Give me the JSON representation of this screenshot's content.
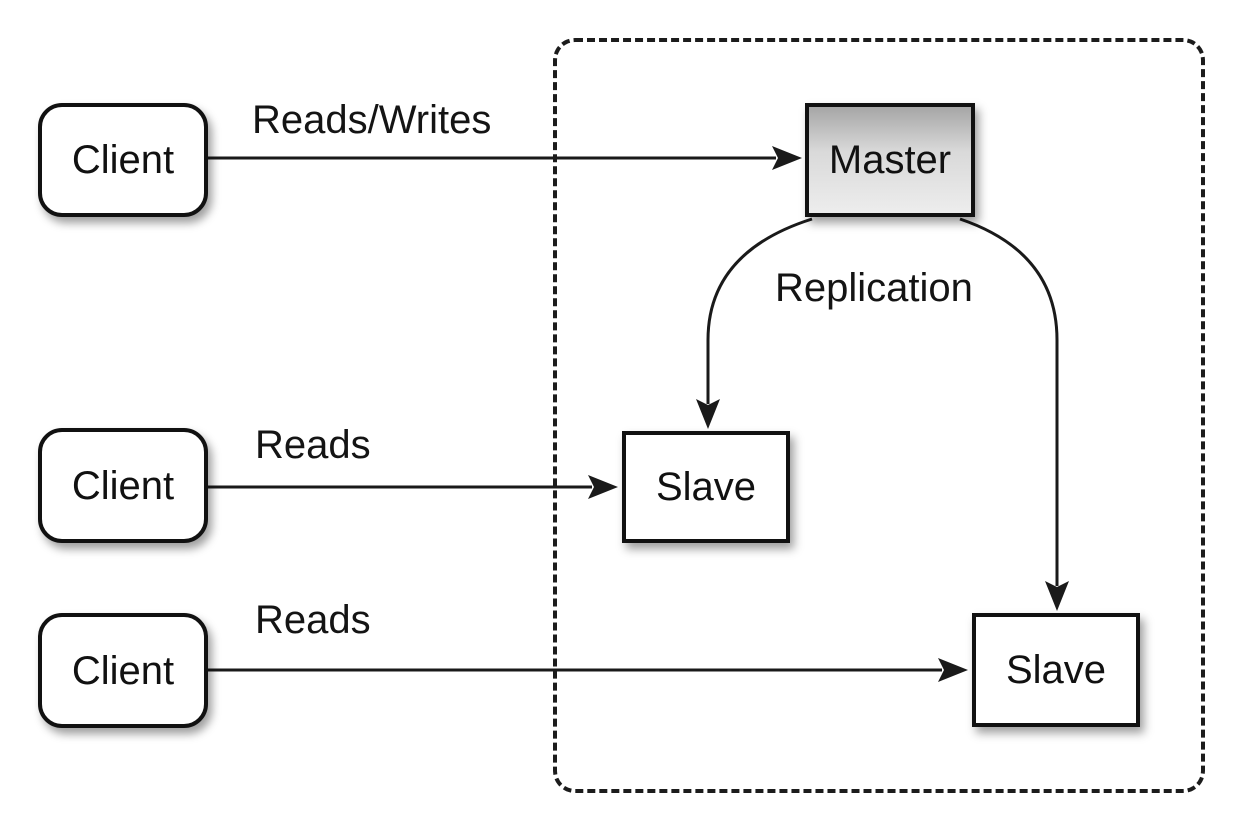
{
  "diagram": {
    "type": "architecture-diagram",
    "topic": "database master-slave replication",
    "nodes": {
      "client1": {
        "label": "Client"
      },
      "client2": {
        "label": "Client"
      },
      "client3": {
        "label": "Client"
      },
      "master": {
        "label": "Master"
      },
      "slave1": {
        "label": "Slave"
      },
      "slave2": {
        "label": "Slave"
      }
    },
    "edge_labels": {
      "reads_writes": "Reads/Writes",
      "reads_mid": "Reads",
      "reads_bottom": "Reads",
      "replication": "Replication"
    },
    "edges": [
      {
        "from": "client1",
        "to": "master",
        "label": "Reads/Writes"
      },
      {
        "from": "client2",
        "to": "slave1",
        "label": "Reads"
      },
      {
        "from": "client3",
        "to": "slave2",
        "label": "Reads"
      },
      {
        "from": "master",
        "to": "slave1",
        "label": "Replication"
      },
      {
        "from": "master",
        "to": "slave2",
        "label": "Replication"
      }
    ],
    "colors": {
      "background": "#ffffff",
      "line": "#1a1a1a",
      "node_border": "#111111",
      "node_fill": "#ffffff",
      "master_gradient_top": "#a6a6a6",
      "master_gradient_bottom": "#ededed",
      "dashed_border": "#1c1c1c"
    }
  }
}
